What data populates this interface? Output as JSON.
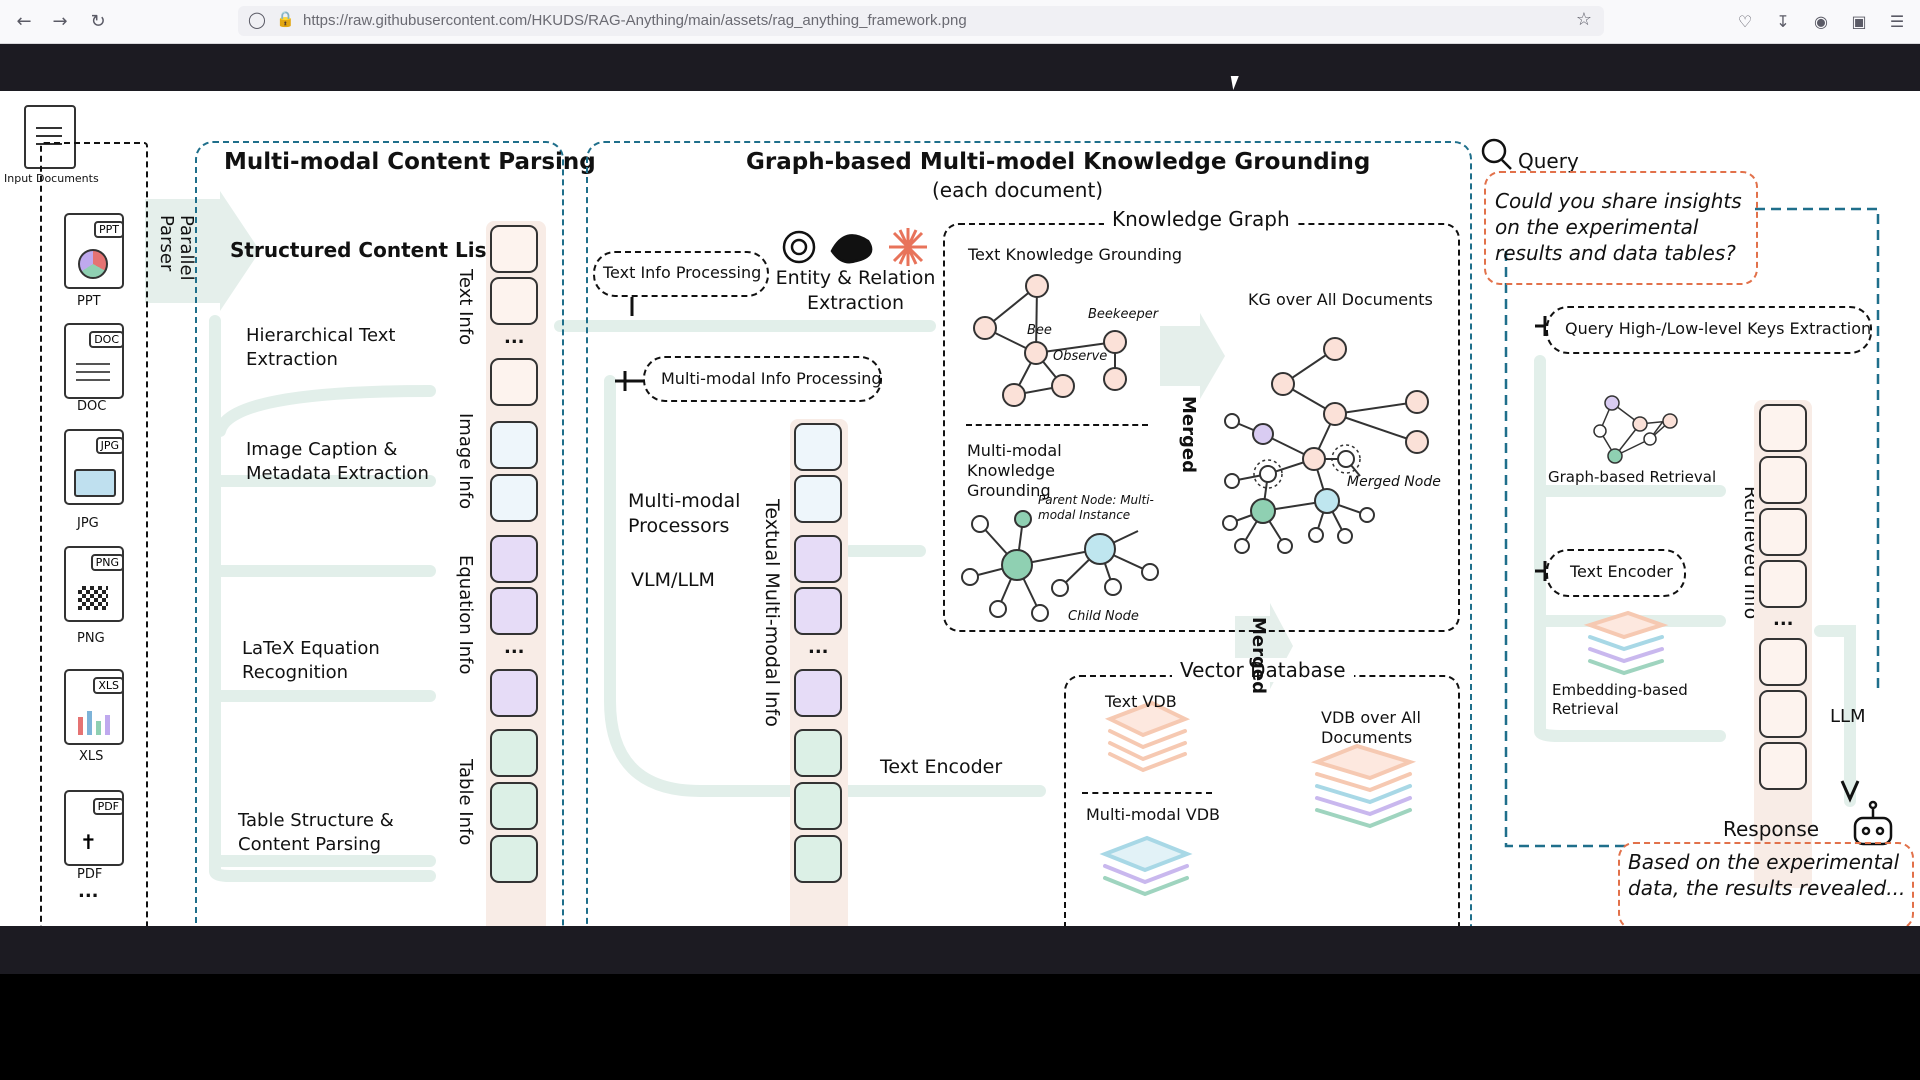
{
  "browser": {
    "url_prefix": "https://raw.githubusercontent.com/",
    "url_path": "HKUDS/RAG-Anything/main/assets/rag_anything_framework.png"
  },
  "figure": {
    "input_documents": {
      "label": "Input Documents",
      "types": [
        "PPT",
        "DOC",
        "JPG",
        "PNG",
        "XLS",
        "PDF"
      ],
      "more": "..."
    },
    "parallel_parser": "Parallel Parser",
    "parsing": {
      "title": "Multi-modal Content Parsing",
      "structured_list": "Structured Content List",
      "steps": [
        "Hierarchical Text Extraction",
        "Image Caption & Metadata Extraction",
        "LaTeX Equation Recognition",
        "Table Structure & Content Parsing"
      ],
      "col_labels": [
        "Text Info",
        "Image Info",
        "Equation Info",
        "Table Info"
      ],
      "ellipsis": "..."
    },
    "grounding": {
      "title": "Graph-based Multi-model Knowledge Grounding",
      "subtitle": "(each document)",
      "text_info_processing": "Text Info Processing",
      "entity_extraction": "Entity & Relation Extraction",
      "mm_info_processing": "Multi-modal Info Processing",
      "mm_processors": "Multi-modal Processors",
      "vlm_llm": "VLM/LLM",
      "textual_mm_info": "Textual Multi-modal Info",
      "text_encoder": "Text Encoder",
      "knowledge_graph": {
        "title": "Knowledge Graph",
        "text_kg": "Text Knowledge Grounding",
        "bee": "Bee",
        "beekeeper": "Beekeeper",
        "observe": "Observe",
        "mm_kg": "Multi-modal Knowledge Grounding",
        "parent_node": "Parent Node: Multi-modal Instance",
        "child_node": "Child Node",
        "merged": "Merged",
        "kg_all": "KG over All Documents",
        "merged_node": "Merged Node"
      },
      "vector_db": {
        "title": "Vector Database",
        "text_vdb": "Text VDB",
        "mm_vdb": "Multi-modal VDB",
        "merged": "Merged",
        "vdb_all": "VDB over All Documents"
      }
    },
    "retrieval": {
      "query_label": "Query",
      "query_text": "Could you share insights on the experimental results and data tables?",
      "keys_extraction": "Query High-/Low-level Keys Extraction",
      "graph_retrieval": "Graph-based Retrieval",
      "text_encoder": "Text Encoder",
      "embedding_retrieval": "Embedding-based Retrieval",
      "retrieved_info": "Retrieved Info",
      "llm": "LLM",
      "response_label": "Response",
      "response_text": "Based on the experimental data, the results revealed..."
    }
  }
}
